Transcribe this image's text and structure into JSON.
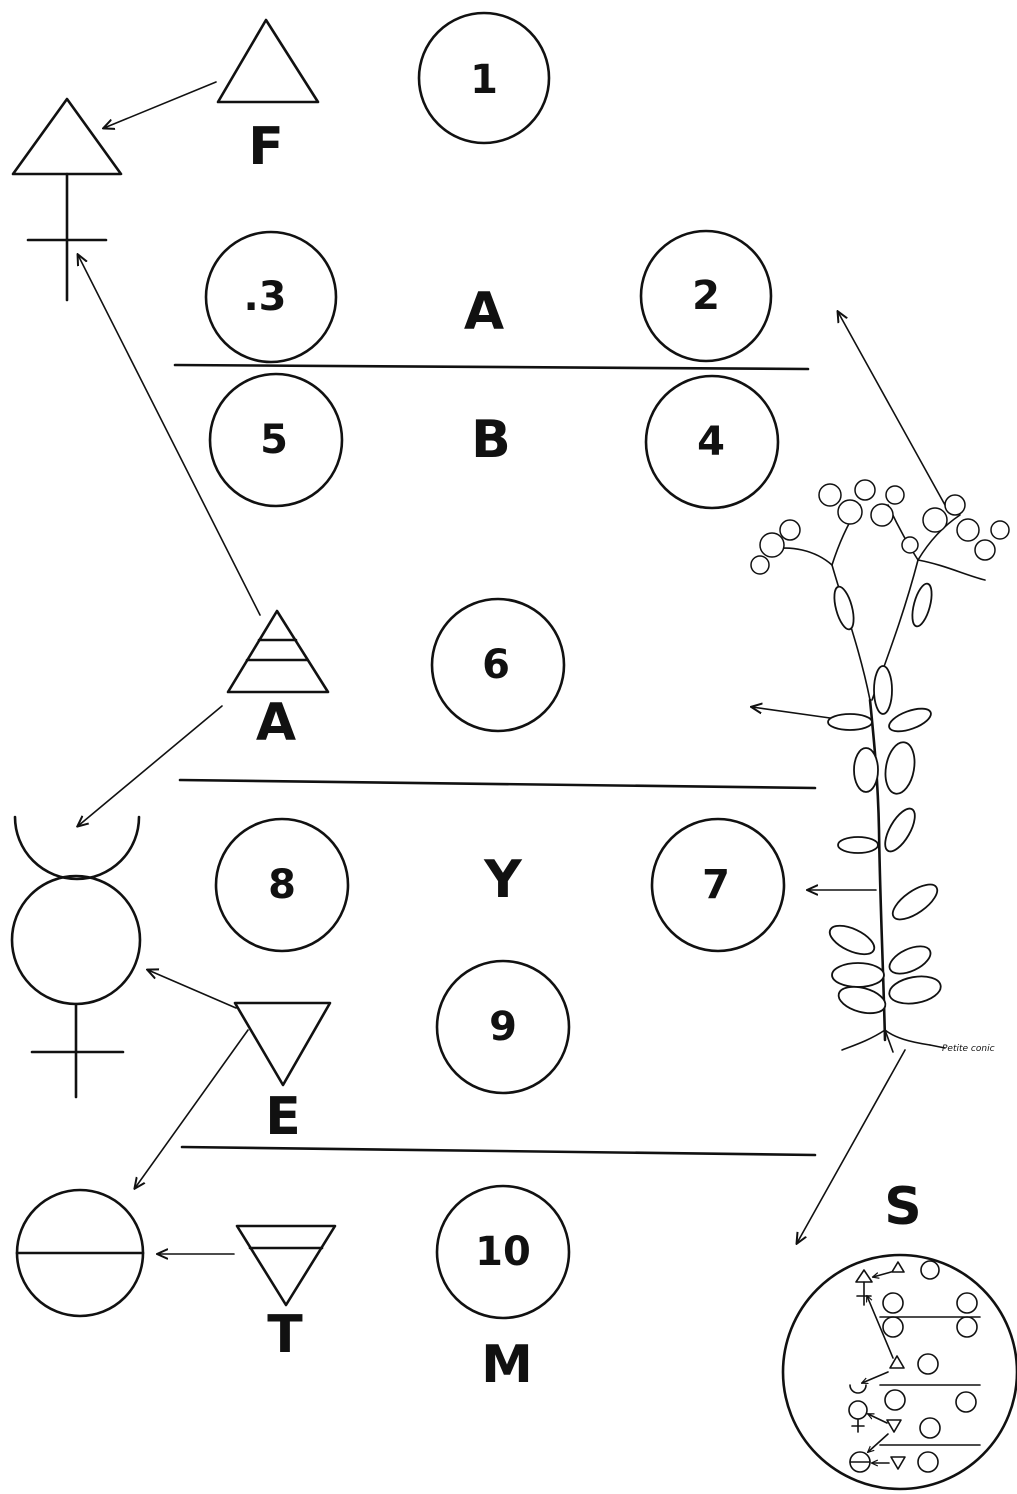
{
  "sephiroth": [
    {
      "id": "1",
      "label": "1"
    },
    {
      "id": "2",
      "label": "2"
    },
    {
      "id": "3",
      "label": ".3"
    },
    {
      "id": "4",
      "label": "4"
    },
    {
      "id": "5",
      "label": "5"
    },
    {
      "id": "6",
      "label": "6"
    },
    {
      "id": "7",
      "label": "7"
    },
    {
      "id": "8",
      "label": "8"
    },
    {
      "id": "9",
      "label": "9"
    },
    {
      "id": "10",
      "label": "10"
    }
  ],
  "world_letters": {
    "A": "A",
    "B": "B",
    "Y": "Y",
    "M": "M"
  },
  "element_letters": {
    "F": "F",
    "A": "A",
    "E": "E",
    "T": "T"
  },
  "inset_letter": "S",
  "plant_caption": "Petite conic"
}
